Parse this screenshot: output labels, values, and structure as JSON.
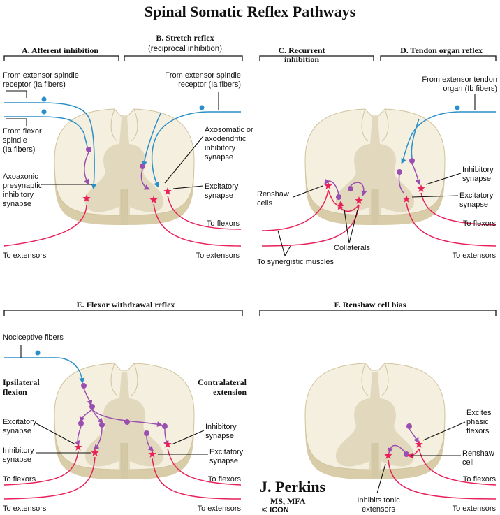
{
  "title": "Spinal Somatic Reflex Pathways",
  "panels": {
    "a": {
      "header": "A. Afferent inhibition"
    },
    "b": {
      "header": "B. Stretch reflex",
      "subheader": "(reciprocal inhibition)"
    },
    "c": {
      "header": "C. Recurrent inhibition"
    },
    "d": {
      "header": "D. Tendon organ reflex"
    },
    "e": {
      "header": "E. Flexor withdrawal reflex"
    },
    "f": {
      "header": "F. Renshaw cell bias"
    }
  },
  "labels": {
    "a_ext_spindle": "From extensor spindle\nreceptor (Ia fibers)",
    "a_flex_spindle": "From flexor\nspindle\n(Ia fibers)",
    "a_axoaxonic": "Axoaxonic\npresynaptic\ninhibitory\nsynapse",
    "a_to_extensors": "To extensors",
    "b_ext_spindle": "From extensor spindle\nreceptor (Ia fibers)",
    "b_axosomatic": "Axosomatic or\naxodendritic\ninhibitory\nsynapse",
    "b_excitatory": "Excitatory\nsynapse",
    "b_to_flexors": "To flexors",
    "b_to_extensors": "To extensors",
    "c_renshaw": "Renshaw\ncells",
    "c_collaterals": "Collaterals",
    "c_synergistic": "To synergistic muscles",
    "d_tendon": "From extensor tendon\norgan (Ib fibers)",
    "d_inhibitory": "Inhibitory\nsynapse",
    "d_excitatory": "Excitatory\nsynapse",
    "d_to_flexors": "To flexors",
    "d_to_extensors": "To extensors",
    "e_nociceptive": "Nociceptive fibers",
    "e_ipsilateral": "Ipsilateral\nflexion",
    "e_contralateral": "Contralateral\nextension",
    "e_excitatory_l": "Excitatory\nsynapse",
    "e_inhibitory_l": "Inhibitory\nsynapse",
    "e_inhibitory_r": "Inhibitory\nsynapse",
    "e_excitatory_r": "Excitatory\nsynapse",
    "e_to_flexors_l": "To flexors",
    "e_to_extensors_l": "To extensors",
    "e_to_flexors_r": "To flexors",
    "e_to_extensors_r": "To extensors",
    "f_excites": "Excites\nphasic\nflexors",
    "f_renshaw": "Renshaw\ncell",
    "f_to_flexors": "To flexors",
    "f_inhibits": "Inhibits tonic\nextensors",
    "f_to_extensors": "To extensors"
  },
  "signature": {
    "name": "J. Perkins",
    "credentials": "MS, MFA",
    "copyright": "© ICON"
  },
  "colors": {
    "afferent": "#2a8fc8",
    "interneuron": "#9a4fb0",
    "motor": "#e8215a",
    "cord": "#f5efdf",
    "grey_matter": "#e2d8be",
    "cord_edge": "#d8cda8"
  }
}
